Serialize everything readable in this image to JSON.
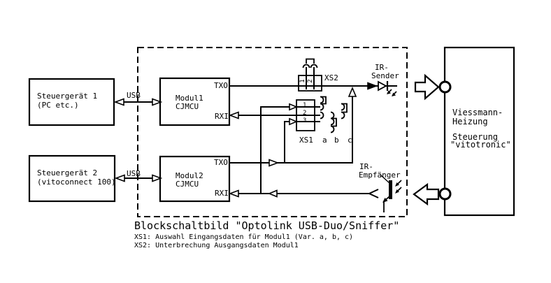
{
  "colors": {
    "ink": "#000000",
    "paper": "#ffffff"
  },
  "blocks": {
    "sg1": {
      "l1": "Steuergerät 1",
      "l2": "(PC etc.)"
    },
    "sg2": {
      "l1": "Steuergerät 2",
      "l2": "(vitoconnect 100)"
    },
    "mod1": {
      "l1": "Modul1",
      "l2": "CJMCU",
      "txo": "TXO",
      "rxi": "RXI"
    },
    "mod2": {
      "l1": "Modul2",
      "l2": "CJMCU",
      "txo": "TXO",
      "rxi": "RXI"
    },
    "viessmann": {
      "l1": "Viessmann-",
      "l2": "Heizung",
      "l3": "Steuerung",
      "l4": "\"vitotronic\""
    }
  },
  "labels": {
    "usb1": "USB",
    "usb2": "USB",
    "xs2": "XS2",
    "xs1": "XS1",
    "var_a": "a",
    "var_b": "b",
    "var_c": "c",
    "ir_sender_l1": "IR-",
    "ir_sender_l2": "Sender",
    "ir_empf_l1": "IR-",
    "ir_empf_l2": "Empfänger"
  },
  "pins": {
    "xs2_1": "1",
    "xs2_2": "2",
    "xs1_1": "1",
    "xs1_2": "2",
    "xs1_3": "3"
  },
  "caption": {
    "title": "Blockschaltbild \"Optolink USB-Duo/Sniffer\"",
    "note1": "XS1: Auswahl Eingangsdaten für Modul1 (Var. a, b, c)",
    "note2": "XS2: Unterbrechung Ausgangsdaten Modul1"
  }
}
